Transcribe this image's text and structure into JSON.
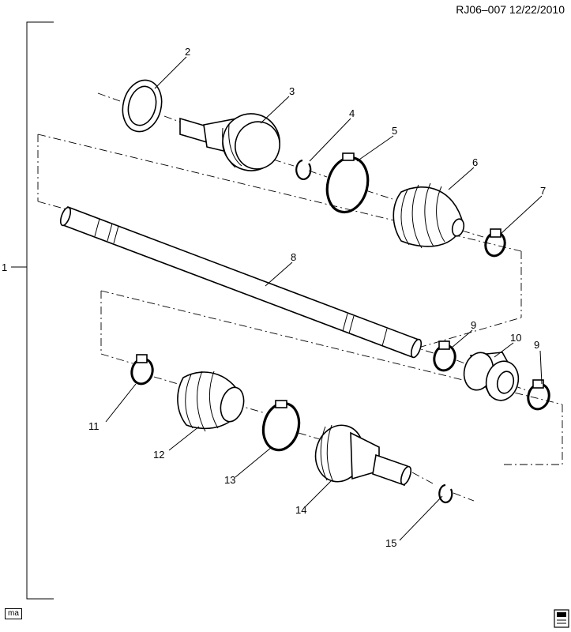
{
  "header": {
    "reference": "RJ06–007  12/22/2010"
  },
  "callouts": [
    "1",
    "2",
    "3",
    "4",
    "5",
    "6",
    "7",
    "8",
    "9",
    "10",
    "9",
    "11",
    "12",
    "13",
    "14",
    "15"
  ],
  "footer": {
    "left_badge": "ma",
    "right_icon": "gm-spo-logo-icon"
  }
}
